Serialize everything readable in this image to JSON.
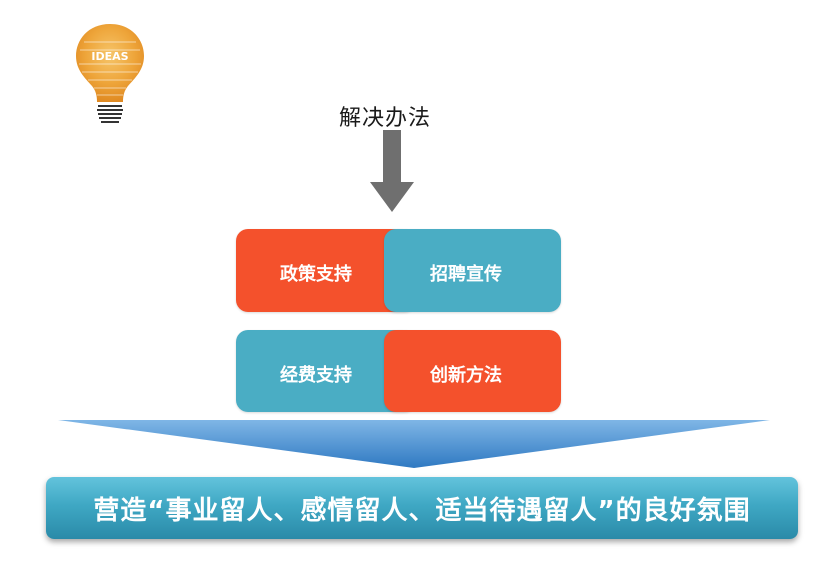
{
  "logo": {
    "text": "IDEAS"
  },
  "title": "解决办法",
  "blocks": {
    "row1_left": "政策支持",
    "row1_right": "招聘宣传",
    "row2_left": "经费支持",
    "row2_right": "创新方法"
  },
  "banner": "营造“事业留人、感情留人、适当待遇留人”的良好氛围",
  "colors": {
    "orange": "#f4512c",
    "teal": "#4aadc4",
    "arrow_gray": "#6f6f6f",
    "chevron_blue": "#3b86c9",
    "banner_blue": "#3fa8c4"
  }
}
